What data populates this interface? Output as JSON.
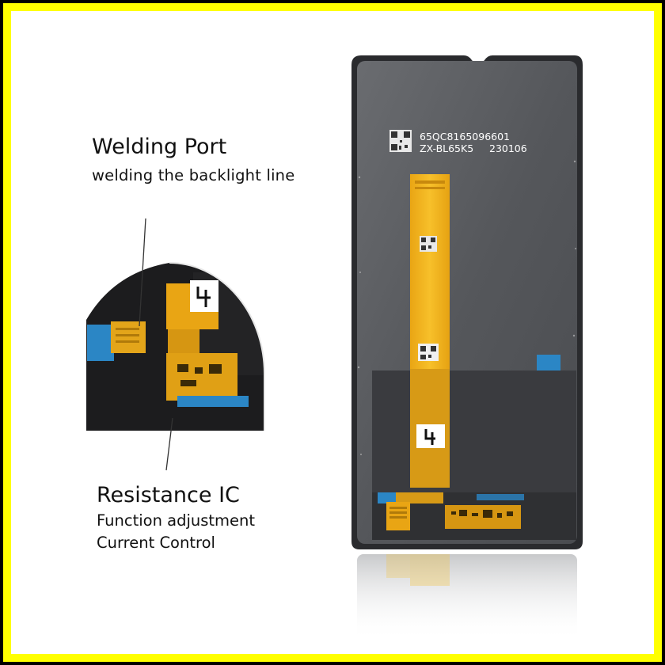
{
  "callouts": {
    "welding": {
      "title": "Welding Port",
      "subtitle": "welding the backlight line"
    },
    "resistance": {
      "title": "Resistance IC",
      "line1": "Function adjustment",
      "line2": "Current Control"
    }
  },
  "panel": {
    "serial": "65QC8165096601",
    "model": "ZX-BL65K5",
    "date": "230106"
  },
  "colors": {
    "frame_outer": "#000000",
    "frame_yellow": "#ffff00",
    "panel_back": "#5c5e62",
    "flex_cable": "#f2b21a",
    "blue_tape": "#2b86c5"
  }
}
